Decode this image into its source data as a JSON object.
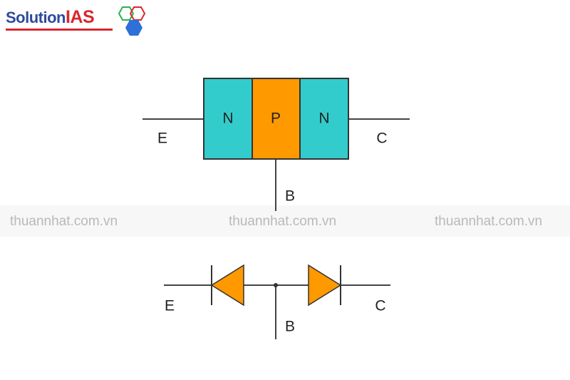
{
  "logo": {
    "word1": "Solution",
    "word2": "IAS"
  },
  "colors": {
    "n_region": "#33cccc",
    "p_region": "#ff9900",
    "line": "#444444",
    "logo_blue": "#2e4a9e",
    "logo_red": "#d7282f"
  },
  "top_diagram": {
    "regions": [
      "N",
      "P",
      "N"
    ],
    "terminals": {
      "emitter": "E",
      "base": "B",
      "collector": "C"
    }
  },
  "bottom_diagram": {
    "terminals": {
      "emitter": "E",
      "base": "B",
      "collector": "C"
    }
  },
  "watermarks": [
    "thuannhat.com.vn",
    "thuannhat.com.vn",
    "thuannhat.com.vn"
  ]
}
